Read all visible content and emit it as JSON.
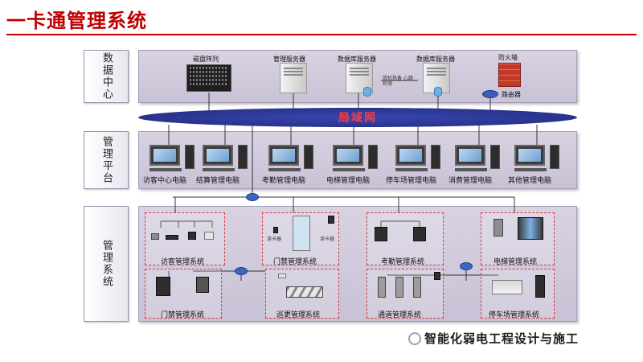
{
  "title": "一卡通管理系统",
  "rows": {
    "data_center": "数据中心",
    "platform": "管理平台",
    "systems": "管理系统"
  },
  "data_center": {
    "disk_array": "磁盘阵列",
    "mgmt_server": "管理服务器",
    "db_server_1": "数据库服务器",
    "db_server_2": "数据库服务器",
    "firewall": "防火墙",
    "router": "路由器",
    "hot_backup_note": "双机热备 心跳检测"
  },
  "network": {
    "lan": "局域网"
  },
  "platform": {
    "computers": [
      "访客中心电脑",
      "结算管理电脑",
      "考勤管理电脑",
      "电梯管理电脑",
      "停车场管理电脑",
      "消费管理电脑",
      "其他管理电脑"
    ]
  },
  "systems": {
    "visitor": "访客管理系统",
    "access_1": "门禁管理系统",
    "access_2": "门禁管理系统",
    "attendance": "考勤管理系统",
    "elevator": "电梯管理系统",
    "patrol": "巡更管理系统",
    "passage": "通道管理系统",
    "parking": "停车场管理系统",
    "card_reader_1": "读卡器",
    "card_reader_2": "读卡器"
  },
  "watermark": "智能化弱电工程设计与施工"
}
